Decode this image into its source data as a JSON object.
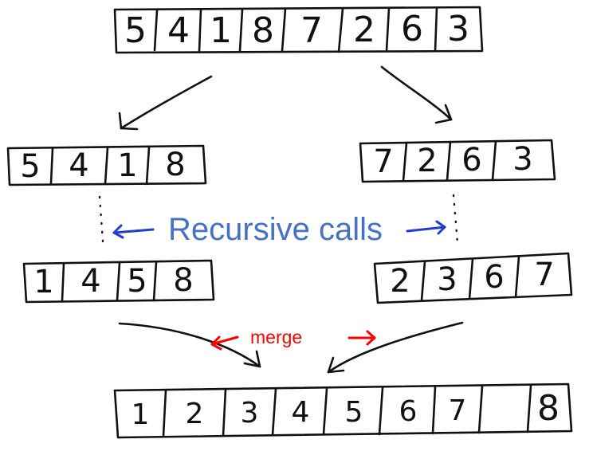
{
  "arrays": {
    "top": [
      "5",
      "4",
      "1",
      "8",
      "7",
      "2",
      "6",
      "3"
    ],
    "left_split": [
      "5",
      "4",
      "1",
      "8"
    ],
    "right_split": [
      "7",
      "2",
      "6",
      "3"
    ],
    "left_sorted": [
      "1",
      "4",
      "5",
      "8"
    ],
    "right_sorted": [
      "2",
      "3",
      "6",
      "7"
    ],
    "merged": [
      "1",
      "2",
      "3",
      "4",
      "5",
      "6",
      "7",
      "8"
    ]
  },
  "labels": {
    "recursive": "Recursive calls",
    "merge": "merge"
  },
  "colors": {
    "ink": "#111111",
    "recursive": "#4472c4",
    "recursive_arrow": "#1f3fd0",
    "merge": "#ff0000"
  }
}
